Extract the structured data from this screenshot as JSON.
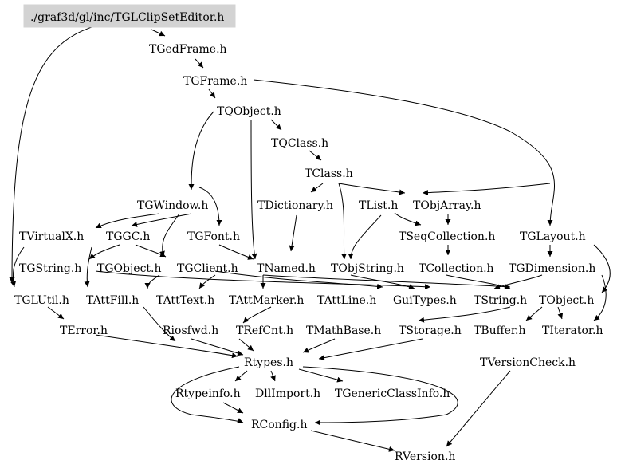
{
  "graph": {
    "root": "./graf3d/gl/inc/TGLClipSetEditor.h",
    "nodes": [
      {
        "id": "root",
        "label": "./graf3d/gl/inc/TGLClipSetEditor.h"
      },
      {
        "id": "TGedFrame",
        "label": "TGedFrame.h"
      },
      {
        "id": "TGFrame",
        "label": "TGFrame.h"
      },
      {
        "id": "TQObject",
        "label": "TQObject.h"
      },
      {
        "id": "TQClass",
        "label": "TQClass.h"
      },
      {
        "id": "TClass",
        "label": "TClass.h"
      },
      {
        "id": "TGWindow",
        "label": "TGWindow.h"
      },
      {
        "id": "TDictionary",
        "label": "TDictionary.h"
      },
      {
        "id": "TList",
        "label": "TList.h"
      },
      {
        "id": "TObjArray",
        "label": "TObjArray.h"
      },
      {
        "id": "TVirtualX",
        "label": "TVirtualX.h"
      },
      {
        "id": "TGGC",
        "label": "TGGC.h"
      },
      {
        "id": "TGFont",
        "label": "TGFont.h"
      },
      {
        "id": "TSeqCollection",
        "label": "TSeqCollection.h"
      },
      {
        "id": "TGLayout",
        "label": "TGLayout.h"
      },
      {
        "id": "TGString",
        "label": "TGString.h"
      },
      {
        "id": "TGObject",
        "label": "TGObject.h"
      },
      {
        "id": "TGClient",
        "label": "TGClient.h"
      },
      {
        "id": "TNamed",
        "label": "TNamed.h"
      },
      {
        "id": "TObjString",
        "label": "TObjString.h"
      },
      {
        "id": "TCollection",
        "label": "TCollection.h"
      },
      {
        "id": "TGDimension",
        "label": "TGDimension.h"
      },
      {
        "id": "TGLUtil",
        "label": "TGLUtil.h"
      },
      {
        "id": "TAttFill",
        "label": "TAttFill.h"
      },
      {
        "id": "TAttText",
        "label": "TAttText.h"
      },
      {
        "id": "TAttMarker",
        "label": "TAttMarker.h"
      },
      {
        "id": "TAttLine",
        "label": "TAttLine.h"
      },
      {
        "id": "GuiTypes",
        "label": "GuiTypes.h"
      },
      {
        "id": "TString",
        "label": "TString.h"
      },
      {
        "id": "TObject",
        "label": "TObject.h"
      },
      {
        "id": "TError",
        "label": "TError.h"
      },
      {
        "id": "Riosfwd",
        "label": "Riosfwd.h"
      },
      {
        "id": "TRefCnt",
        "label": "TRefCnt.h"
      },
      {
        "id": "TMathBase",
        "label": "TMathBase.h"
      },
      {
        "id": "TStorage",
        "label": "TStorage.h"
      },
      {
        "id": "TBuffer",
        "label": "TBuffer.h"
      },
      {
        "id": "TIterator",
        "label": "TIterator.h"
      },
      {
        "id": "Rtypes",
        "label": "Rtypes.h"
      },
      {
        "id": "TVersionCheck",
        "label": "TVersionCheck.h"
      },
      {
        "id": "Rtypeinfo",
        "label": "Rtypeinfo.h"
      },
      {
        "id": "DllImport",
        "label": "DllImport.h"
      },
      {
        "id": "TGenericClassInfo",
        "label": "TGenericClassInfo.h"
      },
      {
        "id": "RConfig",
        "label": "RConfig.h"
      },
      {
        "id": "RVersion",
        "label": "RVersion.h"
      }
    ]
  }
}
